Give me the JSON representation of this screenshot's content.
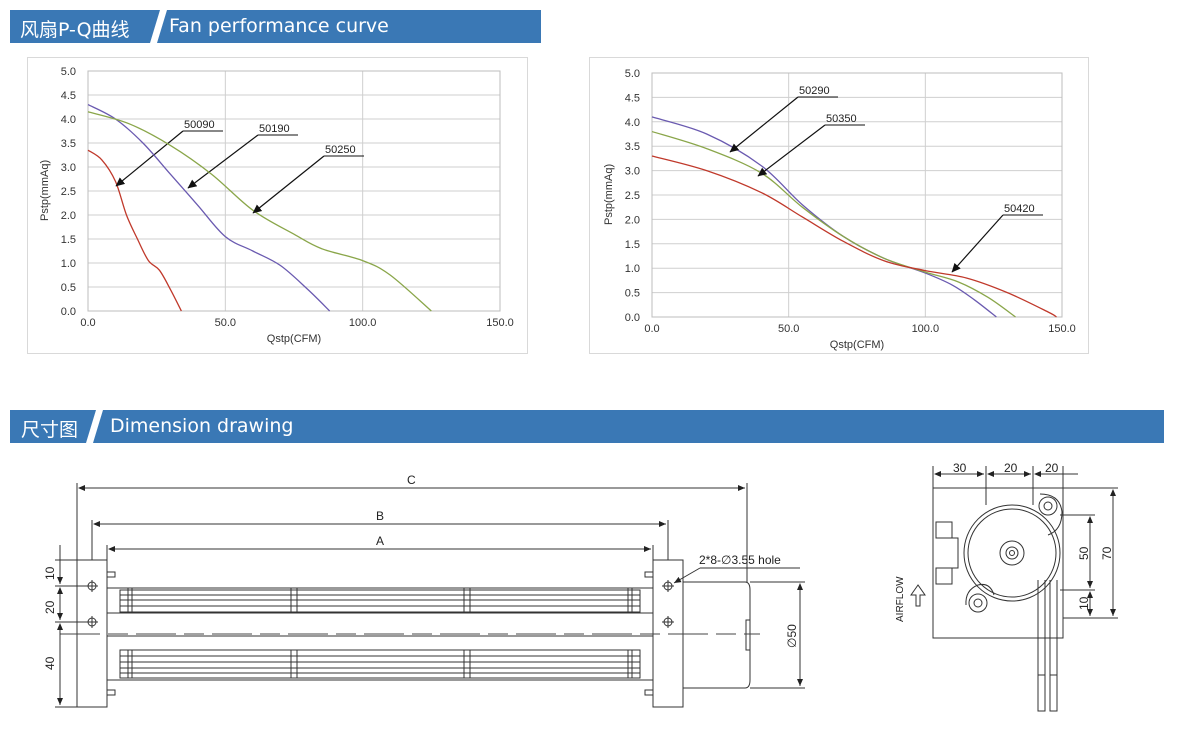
{
  "section1": {
    "zh": "风扇P-Q曲线",
    "en": "Fan performance curve"
  },
  "section2": {
    "zh": "尺寸图",
    "en": "Dimension drawing"
  },
  "colors": {
    "banner": "#3a78b5",
    "purple": "#6a5ab0",
    "green": "#8aa64a",
    "red": "#c0392b",
    "grid": "#c8c8c8"
  },
  "chart_data": [
    {
      "type": "line",
      "xlabel": "Qstp(CFM)",
      "ylabel": "Pstp(mmAq)",
      "xlim": [
        0,
        150
      ],
      "ylim": [
        0,
        5
      ],
      "xticks": [
        "0.0",
        "50.0",
        "100.0",
        "150.0"
      ],
      "yticks": [
        "0.0",
        "0.5",
        "1.0",
        "1.5",
        "2.0",
        "2.5",
        "3.0",
        "3.5",
        "4.0",
        "4.5",
        "5.0"
      ],
      "grid": true,
      "series": [
        {
          "name": "50090",
          "color": "#c0392b",
          "points": [
            [
              0,
              3.35
            ],
            [
              5,
              3.15
            ],
            [
              10,
              2.7
            ],
            [
              14,
              2.0
            ],
            [
              18,
              1.5
            ],
            [
              22,
              1.05
            ],
            [
              26,
              0.85
            ],
            [
              30,
              0.45
            ],
            [
              34,
              0.0
            ]
          ]
        },
        {
          "name": "50190",
          "color": "#6a5ab0",
          "points": [
            [
              0,
              4.3
            ],
            [
              10,
              4.0
            ],
            [
              20,
              3.5
            ],
            [
              30,
              2.85
            ],
            [
              40,
              2.2
            ],
            [
              50,
              1.55
            ],
            [
              60,
              1.25
            ],
            [
              70,
              0.95
            ],
            [
              80,
              0.45
            ],
            [
              88,
              0.0
            ]
          ]
        },
        {
          "name": "50250",
          "color": "#8aa64a",
          "points": [
            [
              0,
              4.15
            ],
            [
              15,
              3.9
            ],
            [
              30,
              3.45
            ],
            [
              45,
              2.85
            ],
            [
              60,
              2.1
            ],
            [
              75,
              1.6
            ],
            [
              85,
              1.3
            ],
            [
              100,
              1.05
            ],
            [
              110,
              0.75
            ],
            [
              125,
              0.0
            ]
          ]
        }
      ]
    },
    {
      "type": "line",
      "xlabel": "Qstp(CFM)",
      "ylabel": "Pstp(mmAq)",
      "xlim": [
        0,
        150
      ],
      "ylim": [
        0,
        5
      ],
      "xticks": [
        "0.0",
        "50.0",
        "100.0",
        "150.0"
      ],
      "yticks": [
        "0.0",
        "0.5",
        "1.0",
        "1.5",
        "2.0",
        "2.5",
        "3.0",
        "3.5",
        "4.0",
        "4.5",
        "5.0"
      ],
      "grid": true,
      "series": [
        {
          "name": "50290",
          "color": "#6a5ab0",
          "points": [
            [
              0,
              4.1
            ],
            [
              20,
              3.75
            ],
            [
              40,
              3.1
            ],
            [
              55,
              2.3
            ],
            [
              70,
              1.65
            ],
            [
              85,
              1.2
            ],
            [
              100,
              0.9
            ],
            [
              110,
              0.65
            ],
            [
              118,
              0.35
            ],
            [
              126,
              0.0
            ]
          ]
        },
        {
          "name": "50350",
          "color": "#8aa64a",
          "points": [
            [
              0,
              3.8
            ],
            [
              20,
              3.45
            ],
            [
              40,
              2.95
            ],
            [
              55,
              2.25
            ],
            [
              70,
              1.65
            ],
            [
              85,
              1.2
            ],
            [
              100,
              0.92
            ],
            [
              112,
              0.72
            ],
            [
              123,
              0.4
            ],
            [
              133,
              0.0
            ]
          ]
        },
        {
          "name": "50420",
          "color": "#c0392b",
          "points": [
            [
              0,
              3.3
            ],
            [
              20,
              3.0
            ],
            [
              40,
              2.55
            ],
            [
              55,
              2.05
            ],
            [
              70,
              1.55
            ],
            [
              85,
              1.15
            ],
            [
              100,
              0.95
            ],
            [
              115,
              0.8
            ],
            [
              130,
              0.5
            ],
            [
              145,
              0.1
            ],
            [
              148,
              0.0
            ]
          ]
        }
      ]
    }
  ],
  "drawing": {
    "dim_c": "C",
    "dim_b": "B",
    "dim_a": "A",
    "hole": "2*8-∅3.55 hole",
    "d50": "∅50",
    "v10": "10",
    "v20": "20",
    "v40": "40",
    "s30": "30",
    "s20a": "20",
    "s20b": "20",
    "s50": "50",
    "s70": "70",
    "s10": "10",
    "airflow": "AIRFLOW"
  }
}
